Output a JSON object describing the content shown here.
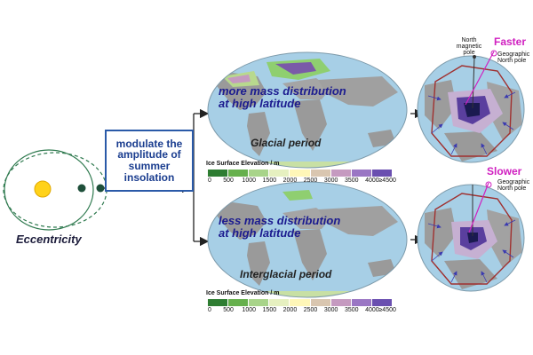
{
  "left": {
    "eccentricity_label": "Eccentricity"
  },
  "modulate_box": {
    "text": "modulate the amplitude of summer insolation"
  },
  "glacial": {
    "caption_line1": "more mass distribution",
    "caption_line2": "at high latitude",
    "period": "Glacial period"
  },
  "interglacial": {
    "caption_line1": "less mass distribution",
    "caption_line2": "at high latitude",
    "period": "Interglacial period"
  },
  "legend": {
    "title": "Ice Surface Elevation / m",
    "ticks": [
      "0",
      "500",
      "1000",
      "1500",
      "2000",
      "2500",
      "3000",
      "3500",
      "4000",
      "≥4500"
    ],
    "colors": [
      "#2e7d32",
      "#66b04d",
      "#a8d48a",
      "#e6f0c0",
      "#fff7b8",
      "#d9c6b0",
      "#c59ac0",
      "#9a76c4",
      "#6a4fb0"
    ]
  },
  "globe_top": {
    "north_magnetic_pole": "North magnetic pole",
    "speed": "Faster",
    "geographic_north_pole": "Geographic North pole"
  },
  "globe_bottom": {
    "speed": "Slower",
    "geographic_north_pole": "Geographic North pole"
  },
  "colors": {
    "accent_magenta": "#d020c0",
    "caption_blue": "#1b1b8f",
    "box_blue": "#2a5aa8"
  }
}
